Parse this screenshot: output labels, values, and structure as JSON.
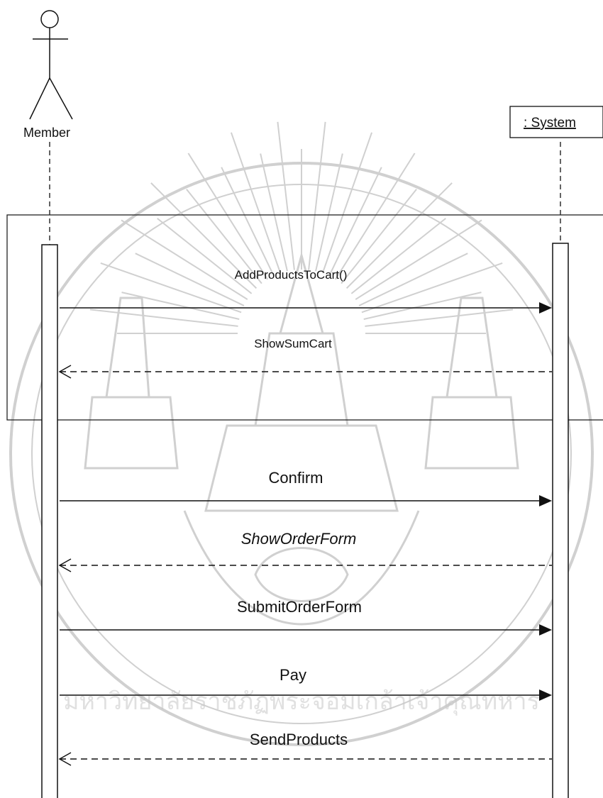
{
  "diagram": {
    "type": "sequence",
    "actor": {
      "name": "Member"
    },
    "object": {
      "name": ": System"
    },
    "messages": [
      {
        "label": "AddProductsToCart()",
        "kind": "call"
      },
      {
        "label": "ShowSumCart",
        "kind": "return"
      },
      {
        "label": "Confirm",
        "kind": "call"
      },
      {
        "label": "ShowOrderForm",
        "kind": "return"
      },
      {
        "label": "SubmitOrderForm",
        "kind": "call"
      },
      {
        "label": "Pay",
        "kind": "call"
      },
      {
        "label": "SendProducts",
        "kind": "return"
      }
    ],
    "watermark": {
      "caption": "มหาวิทยาลัยราชภัฏพระจอมเกล้าเจ้าคุณทหาร"
    }
  }
}
